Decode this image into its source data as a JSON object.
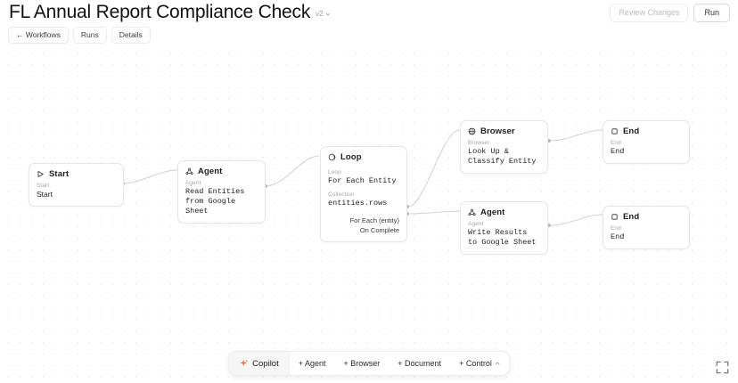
{
  "header": {
    "title": "FL Annual Report Compliance Check",
    "version": "v2",
    "version_chevron": "chevron-down-icon",
    "review_changes_label": "Review Changes",
    "run_label": "Run",
    "tabs": [
      {
        "label": "← Workflows",
        "name": "tab-workflows"
      },
      {
        "label": "Runs",
        "name": "tab-runs"
      },
      {
        "label": "Details",
        "name": "tab-details"
      }
    ]
  },
  "nodes": {
    "start": {
      "title": "Start",
      "icon": "play-icon",
      "kind": "Start",
      "text": "Start"
    },
    "agent_read": {
      "title": "Agent",
      "icon": "agent-icon",
      "kind": "Agent",
      "text": "Read Entities from Google Sheet"
    },
    "loop": {
      "title": "Loop",
      "icon": "loop-icon",
      "kind_loop": "Loop",
      "loop_value": "For Each Entity",
      "kind_collection": "Collection",
      "collection_value": "entities.rows",
      "out_each": "For Each (entity)",
      "out_complete": "On Complete"
    },
    "browser": {
      "title": "Browser",
      "icon": "browser-icon",
      "kind": "Browser",
      "text": "Look Up & Classify Entity"
    },
    "end_top": {
      "title": "End",
      "icon": "end-icon",
      "kind": "End",
      "text": "End"
    },
    "agent_write": {
      "title": "Agent",
      "icon": "agent-icon",
      "kind": "Agent",
      "text": "Write Results to Google Sheet"
    },
    "end_bottom": {
      "title": "End",
      "icon": "end-icon",
      "kind": "End",
      "text": "End"
    }
  },
  "toolbar": {
    "copilot_label": "Copilot",
    "copilot_icon": "sparkle-icon",
    "items": [
      {
        "label": "+ Agent",
        "name": "toolbar-add-agent"
      },
      {
        "label": "+ Browser",
        "name": "toolbar-add-browser"
      },
      {
        "label": "+ Document",
        "name": "toolbar-add-document"
      },
      {
        "label": "+ Control",
        "name": "toolbar-add-control",
        "chevron": "chevron-up-icon"
      }
    ]
  },
  "fullscreen_icon": "fullscreen-icon"
}
